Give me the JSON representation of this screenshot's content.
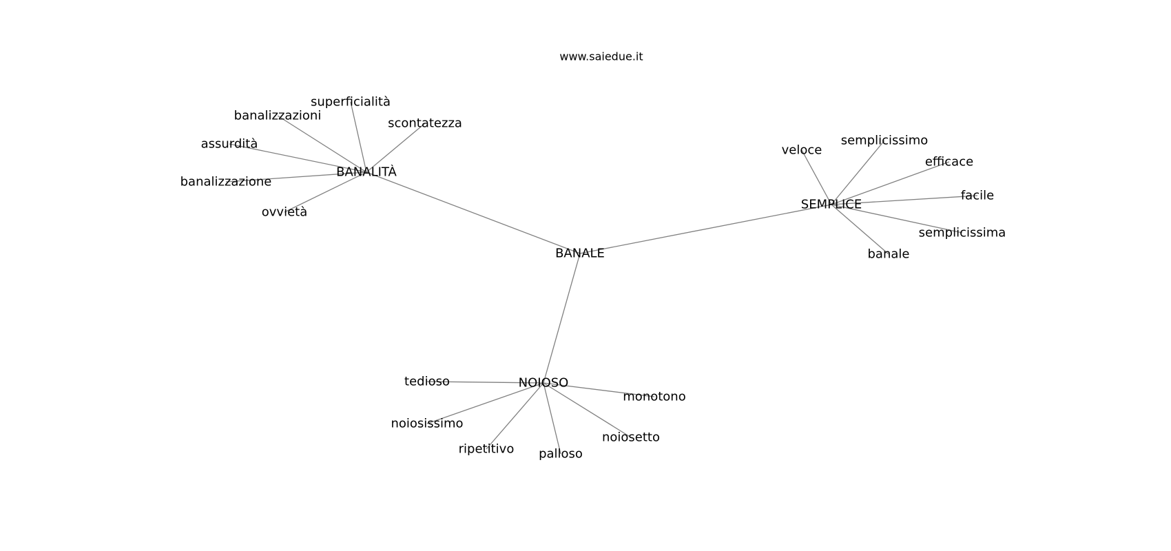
{
  "watermark": "www.saiedue.it",
  "nodes": [
    {
      "id": "BANALE",
      "label": "BANALE"
    },
    {
      "id": "BANALITA",
      "label": "BANALITÀ"
    },
    {
      "id": "SEMPLICE",
      "label": "SEMPLICE"
    },
    {
      "id": "NOIOSO",
      "label": "NOIOSO"
    },
    {
      "id": "superficialita",
      "label": "superficialità"
    },
    {
      "id": "banalizzazioni",
      "label": "banalizzazioni"
    },
    {
      "id": "scontatezza",
      "label": "scontatezza"
    },
    {
      "id": "assurdita",
      "label": "assurdità"
    },
    {
      "id": "banalizzazione",
      "label": "banalizzazione"
    },
    {
      "id": "ovvieta",
      "label": "ovvietà"
    },
    {
      "id": "veloce",
      "label": "veloce"
    },
    {
      "id": "semplicissimo",
      "label": "semplicissimo"
    },
    {
      "id": "efficace",
      "label": "efficace"
    },
    {
      "id": "facile",
      "label": "facile"
    },
    {
      "id": "semplicissima",
      "label": "semplicissima"
    },
    {
      "id": "banale",
      "label": "banale"
    },
    {
      "id": "tedioso",
      "label": "tedioso"
    },
    {
      "id": "monotono",
      "label": "monotono"
    },
    {
      "id": "noiosissimo",
      "label": "noiosissimo"
    },
    {
      "id": "noiosetto",
      "label": "noiosetto"
    },
    {
      "id": "ripetitivo",
      "label": "ripetitivo"
    },
    {
      "id": "palloso",
      "label": "palloso"
    }
  ],
  "edges": [
    [
      "BANALE",
      "BANALITA"
    ],
    [
      "BANALE",
      "SEMPLICE"
    ],
    [
      "BANALE",
      "NOIOSO"
    ],
    [
      "BANALITA",
      "superficialita"
    ],
    [
      "BANALITA",
      "banalizzazioni"
    ],
    [
      "BANALITA",
      "scontatezza"
    ],
    [
      "BANALITA",
      "assurdita"
    ],
    [
      "BANALITA",
      "banalizzazione"
    ],
    [
      "BANALITA",
      "ovvieta"
    ],
    [
      "SEMPLICE",
      "veloce"
    ],
    [
      "SEMPLICE",
      "semplicissimo"
    ],
    [
      "SEMPLICE",
      "efficace"
    ],
    [
      "SEMPLICE",
      "facile"
    ],
    [
      "SEMPLICE",
      "semplicissima"
    ],
    [
      "SEMPLICE",
      "banale"
    ],
    [
      "NOIOSO",
      "tedioso"
    ],
    [
      "NOIOSO",
      "monotono"
    ],
    [
      "NOIOSO",
      "noiosissimo"
    ],
    [
      "NOIOSO",
      "noiosetto"
    ],
    [
      "NOIOSO",
      "ripetitivo"
    ],
    [
      "NOIOSO",
      "palloso"
    ]
  ]
}
